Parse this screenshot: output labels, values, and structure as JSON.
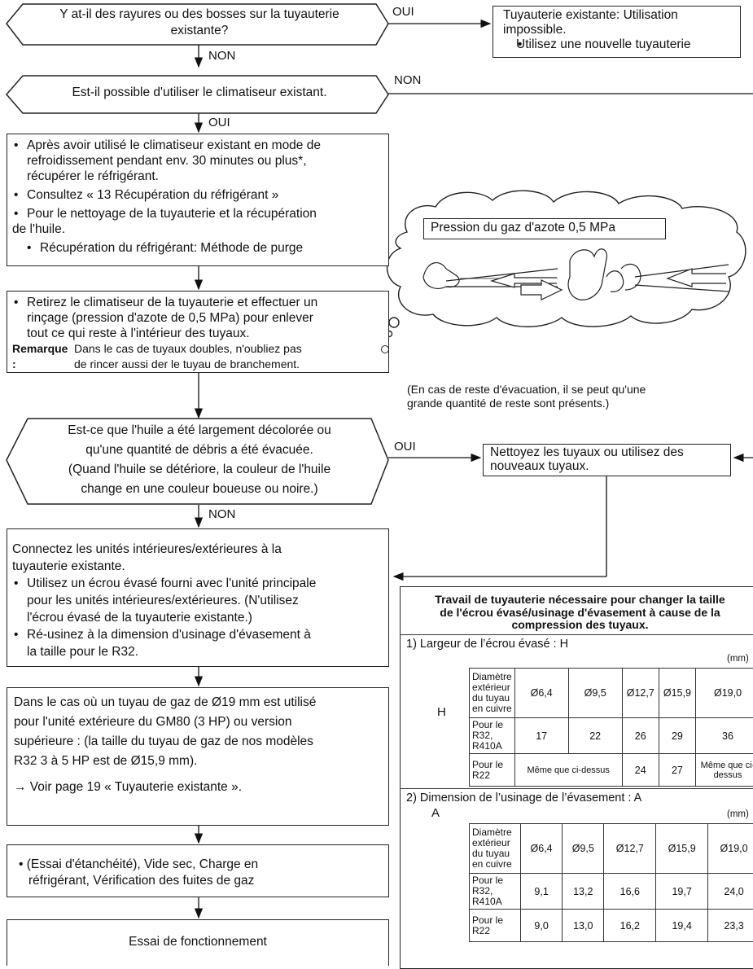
{
  "diagram": {
    "q1": {
      "line1": "Y at-il des rayures ou des bosses sur la tuyauterie",
      "line2": "existante?"
    },
    "q1_yes": "OUI",
    "q1_no": "NON",
    "box_unusable": {
      "line1": "Tuyauterie existante: Utilisation",
      "line2": "impossible.",
      "bullet": "Utilisez une nouvelle tuyauterie"
    },
    "q2": {
      "text": "Est-il possible d'utiliser le climatiseur existant."
    },
    "q2_no": "NON",
    "q2_yes": "OUI",
    "box_recovery": {
      "b1": [
        "Après avoir utilisé le climatiseur existant en mode de",
        "refroidissement pendant env. 30 minutes ou plus*,",
        "récupérer le réfrigérant."
      ],
      "b2": "Consultez « 13 Récupération du réfrigérant »",
      "b3": [
        "Pour le nettoyage de la tuyauterie et la récupération",
        "de l'huile."
      ],
      "b4": "Récupération du réfrigérant: Méthode de purge"
    },
    "cloud": {
      "label": "Pression du gaz d'azote 0,5 MPa"
    },
    "box_rinse": {
      "b1": [
        "Retirez le climatiseur de la tuyauterie et effectuer un",
        "rinçage (pression d'azote de 0,5 MPa) pour enlever",
        "tout ce qui reste à l'intérieur des tuyaux."
      ],
      "remark_label": "Remarque :",
      "remark": [
        "Dans le cas de tuyaux doubles, n'oubliez pas",
        "de rincer aussi der le tuyau de branchement."
      ]
    },
    "note_residue": [
      "(En cas de reste d'évacuation, il se peut qu'une",
      "grande quantité de reste sont présents.)"
    ],
    "q3": {
      "lines": [
        "Est-ce que l'huile a été largement décolorée ou",
        "qu'une quantité de débris a été évacuée.",
        "(Quand l'huile se détériore, la couleur de l'huile",
        "change en une couleur boueuse ou noire.)"
      ]
    },
    "q3_yes": "OUI",
    "q3_no": "NON",
    "box_clean": {
      "lines": [
        "Nettoyez les tuyaux ou utilisez des",
        "nouveaux tuyaux."
      ]
    },
    "box_connect": {
      "intro": [
        "Connectez les unités intérieures/extérieures à la",
        "tuyauterie existante."
      ],
      "b1": [
        "Utilisez un écrou évasé fourni avec l'unité principale",
        "pour les unités intérieures/extérieures. (N'utilisez",
        "l'écrou évasé de la tuyauterie existante.)"
      ],
      "b2": [
        "Ré-usinez à la dimension d'usinage d'évasement à",
        "la taille pour le R32."
      ]
    },
    "box_gas": {
      "lines": [
        "Dans le cas où un tuyau de gaz de Ø19 mm est utilisé",
        "pour l'unité extérieure du GM80 (3 HP) ou version",
        "supérieure : (la taille du tuyau de gaz de nos modèles",
        "R32 3 à 5 HP est de Ø15,9 mm)."
      ],
      "see": "→ Voir page 19 « Tuyauterie existante »."
    },
    "box_test": {
      "lines": [
        "• (Essai d'étanchéité), Vide sec, Charge en",
        "réfrigérant, Vérification des fuites de gaz"
      ]
    },
    "box_run": {
      "text": "Essai de fonctionnement"
    }
  },
  "panel": {
    "title": [
      "Travail de tuyauterie nécessaire pour changer la taille",
      "de l'écrou évasé/usinage d'évasement à cause de la",
      "compression des tuyaux."
    ],
    "s1_title": "1) Largeur de l’écrou évasé : H",
    "s1_unit": "(mm)",
    "s1_icon_label": "H",
    "s1_header": [
      "Diamètre extérieur du tuyau en cuivre",
      "Ø6,4",
      "Ø9,5",
      "Ø12,7",
      "Ø15,9",
      "Ø19,0"
    ],
    "s1_row1": [
      "Pour le R32, R410A",
      "17",
      "22",
      "26",
      "29",
      "36"
    ],
    "s1_row2": [
      "Pour le R22",
      "Même que ci-dessus",
      "24",
      "27",
      "Même que ci-dessus"
    ],
    "s2_title": "2) Dimension de l’usinage de l’évasement : A",
    "s2_unit": "(mm)",
    "s2_icon_label": "A",
    "s2_header": [
      "Diamètre extérieur du tuyau en cuivre",
      "Ø6,4",
      "Ø9,5",
      "Ø12,7",
      "Ø15,9",
      "Ø19,0"
    ],
    "s2_row1": [
      "Pour le R32, R410A",
      "9,1",
      "13,2",
      "16,6",
      "19,7",
      "24,0"
    ],
    "s2_row2": [
      "Pour le R22",
      "9,0",
      "13,0",
      "16,2",
      "19,4",
      "23,3"
    ]
  }
}
